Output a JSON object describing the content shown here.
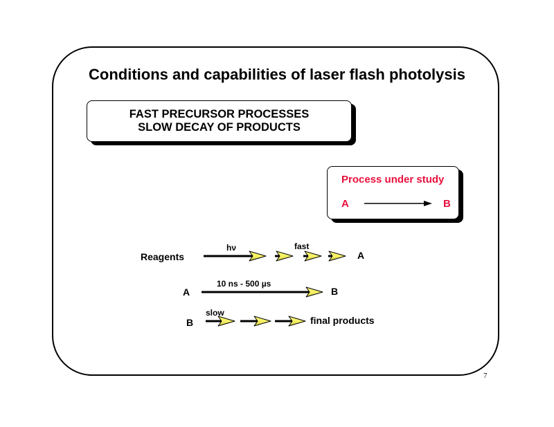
{
  "slide": {
    "title": "Conditions and capabilities of laser flash photolysis",
    "page_number": "7"
  },
  "box_precursor": {
    "line1": "FAST PRECURSOR PROCESSES",
    "line2": "SLOW DECAY OF PRODUCTS"
  },
  "box_process": {
    "heading": "Process under study",
    "from": "A",
    "to": "B",
    "text_color": "#e8103c"
  },
  "scheme": {
    "row1": {
      "start": "Reagents",
      "excitation_label": "hν",
      "fast_label": "fast",
      "end": "A"
    },
    "row2": {
      "start": "A",
      "time_range_label": "10 ns - 500 µs",
      "end": "B"
    },
    "row3": {
      "start": "B",
      "slow_label": "slow",
      "end": "final products"
    },
    "arrowhead_color": "#f5f064"
  }
}
